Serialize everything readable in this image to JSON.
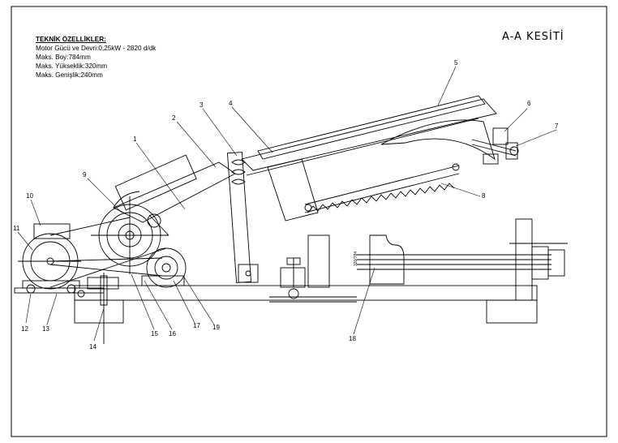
{
  "specs": {
    "heading": "TEKNİK ÖZELLİKLER:",
    "lines": [
      "Motor Gücü ve Devri:0,25kW - 2820 d/dk",
      "Maks. Boy:784mm",
      "Maks. Yükseklik:320mm",
      "Maks. Genişlik:240mm"
    ]
  },
  "title": "A-A KESİTİ",
  "dimension_label": "320/784",
  "callouts": [
    "1",
    "2",
    "3",
    "4",
    "5",
    "6",
    "7",
    "8",
    "9",
    "10",
    "11",
    "12",
    "13",
    "14",
    "15",
    "16",
    "17",
    "18",
    "19"
  ],
  "colors": {
    "line": "#000000",
    "background": "#ffffff"
  }
}
